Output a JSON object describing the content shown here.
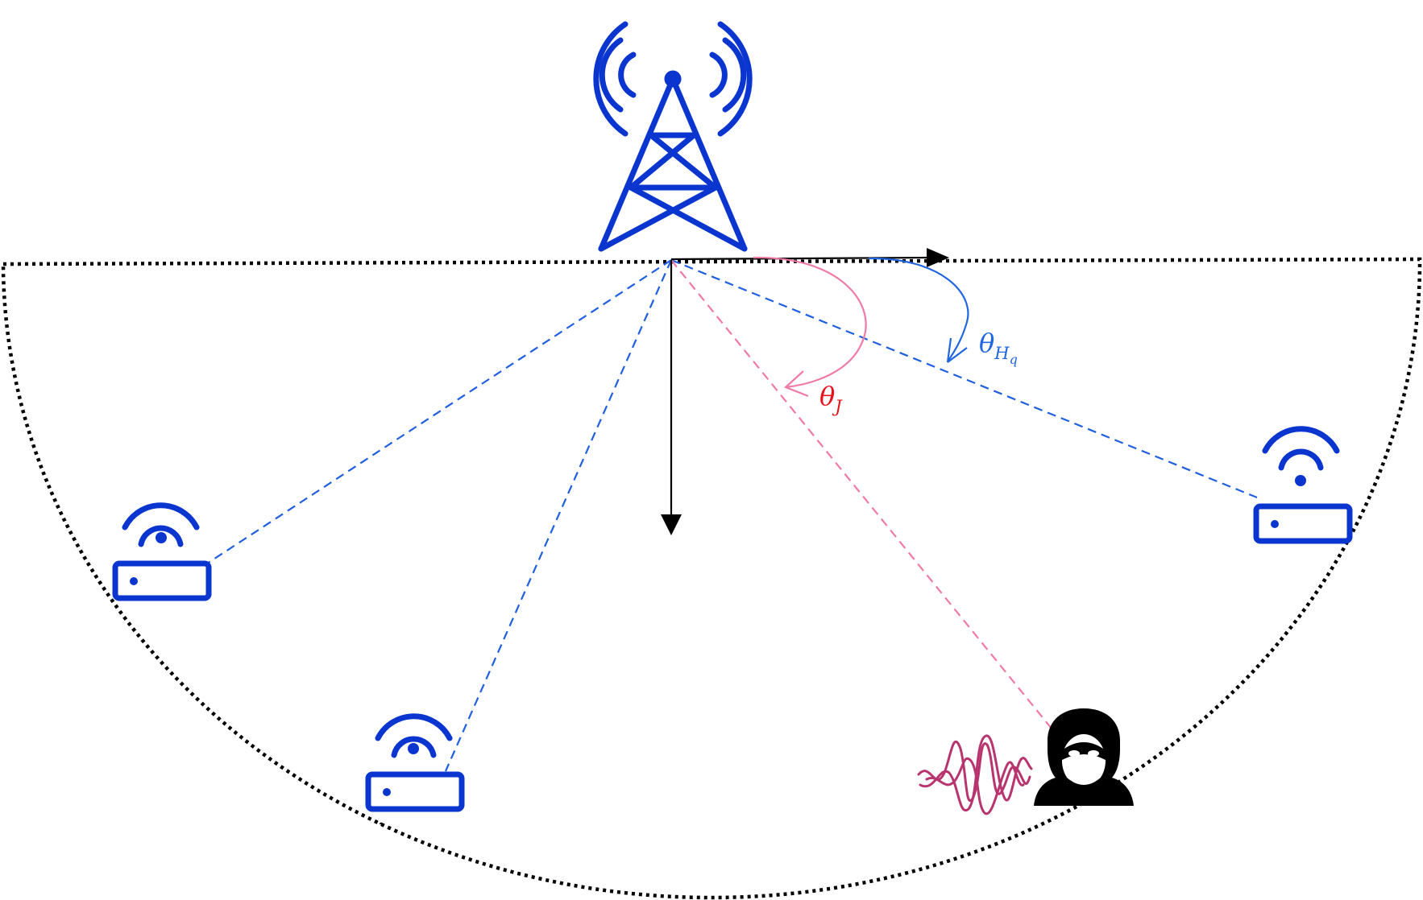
{
  "colors": {
    "device": "#0a36cf",
    "link": "#1f5fe0",
    "jammer_link": "#f07aa6",
    "angle_j_label": "#e8101a",
    "angle_hq_label": "#1f66e0",
    "axis": "#000000",
    "boundary": "#000000",
    "jammer_signal": "#b8346e"
  },
  "icons": {
    "base_station": "cell-tower-icon",
    "users": "wifi-router-icon",
    "jammer": "hooded-hacker-icon",
    "jammer_signal": "jamming-waveform-icon"
  },
  "labels": {
    "theta_j": {
      "symbol": "θ",
      "subscript": "J"
    },
    "theta_hq": {
      "symbol": "θ",
      "subscript": "H",
      "subsubscript": "q"
    }
  }
}
